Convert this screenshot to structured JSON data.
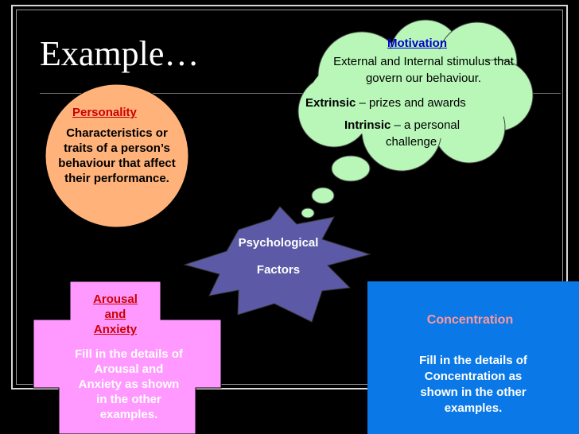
{
  "slide": {
    "title": "Example…",
    "colors": {
      "background": "#000000",
      "personality_fill": "#ffb27a",
      "cloud_fill": "#b8f7b8",
      "star_fill": "#5c5aa6",
      "arousal_fill": "#ff99ff",
      "concentration_fill": "#0a78e6",
      "heading_red": "#cc0000",
      "heading_blue": "#0000cc"
    }
  },
  "personality": {
    "heading": "Personality",
    "line1": "Characteristics or",
    "line2": "traits of a person’s",
    "line3": "behaviour that affect",
    "line4": "their performance."
  },
  "motivation": {
    "heading": "Motivation",
    "desc1": "External and Internal stimulus that",
    "desc2": "govern our behaviour.",
    "extrinsic_label": "Extrinsic",
    "extrinsic_text": " – prizes and awards",
    "intrinsic_label": "Intrinsic",
    "intrinsic_text": " – a personal",
    "intrinsic_text2": "challenge"
  },
  "psychological": {
    "line1": "Psychological",
    "line2": "Factors"
  },
  "arousal": {
    "heading1": "Arousal",
    "heading2": "and",
    "heading3": "Anxiety",
    "body1": "Fill in the details of",
    "body2": "Arousal and",
    "body3": "Anxiety as shown",
    "body4": "in the other",
    "body5": "examples."
  },
  "concentration": {
    "heading": "Concentration",
    "body1": "Fill in the details of",
    "body2": "Concentration as",
    "body3": "shown in the other",
    "body4": "examples."
  }
}
